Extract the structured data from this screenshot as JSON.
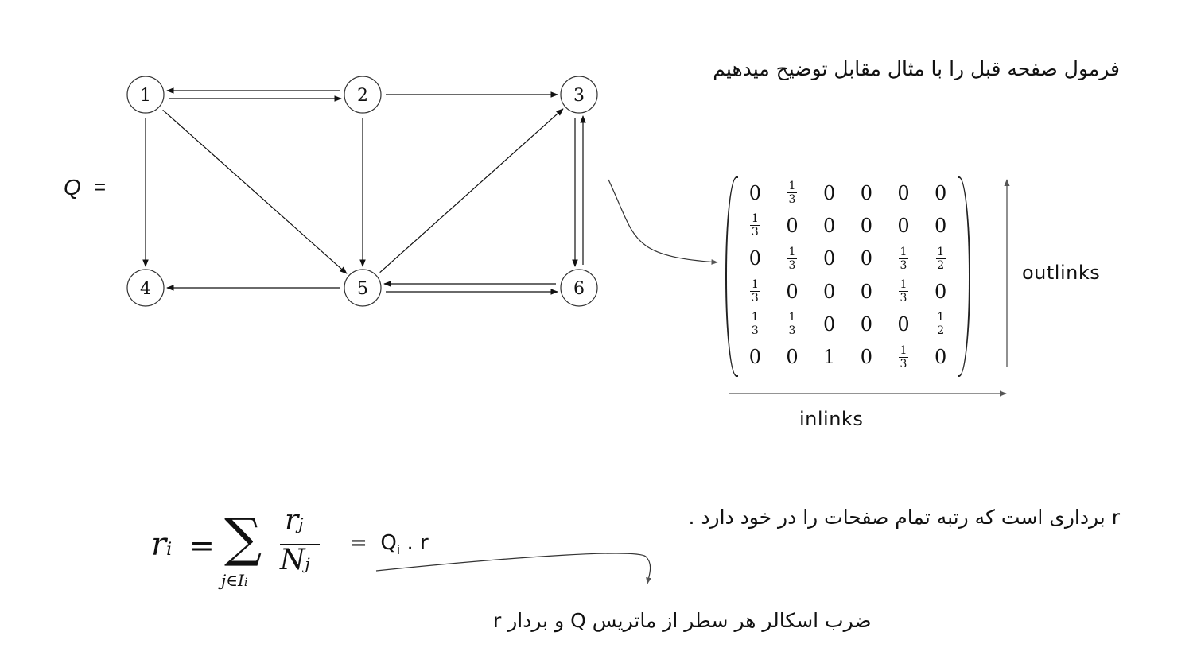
{
  "heading_fa": "فرمول صفحه قبل را با مثال مقابل توضیح میدهیم",
  "q_label": "Q",
  "equals": "=",
  "graph": {
    "nodes": [
      "1",
      "2",
      "3",
      "4",
      "5",
      "6"
    ],
    "edges": [
      [
        "1",
        "2"
      ],
      [
        "2",
        "1"
      ],
      [
        "1",
        "4"
      ],
      [
        "1",
        "5"
      ],
      [
        "2",
        "3"
      ],
      [
        "2",
        "5"
      ],
      [
        "5",
        "3"
      ],
      [
        "5",
        "4"
      ],
      [
        "5",
        "6"
      ],
      [
        "6",
        "5"
      ],
      [
        "3",
        "6"
      ],
      [
        "6",
        "3"
      ]
    ]
  },
  "matrix": {
    "rows": [
      [
        "0",
        "1/3",
        "0",
        "0",
        "0",
        "0"
      ],
      [
        "1/3",
        "0",
        "0",
        "0",
        "0",
        "0"
      ],
      [
        "0",
        "1/3",
        "0",
        "0",
        "1/3",
        "1/2"
      ],
      [
        "1/3",
        "0",
        "0",
        "0",
        "1/3",
        "0"
      ],
      [
        "1/3",
        "1/3",
        "0",
        "0",
        "0",
        "1/2"
      ],
      [
        "0",
        "0",
        "1",
        "0",
        "1/3",
        "0"
      ]
    ]
  },
  "outlinks_label": "outlinks",
  "inlinks_label": "inlinks",
  "r_description_fa": "r برداری است که رتبه تمام صفحات را در خود دارد .",
  "formula": {
    "lhs": "r",
    "lhs_sub": "i",
    "sum_sub": "j∈I",
    "sum_sub_i": "i",
    "num": "r",
    "num_sub": "j",
    "den": "N",
    "den_sub": "j"
  },
  "q_product": {
    "eq": "=",
    "q": "Q",
    "q_sub": "i",
    "rest": " . r"
  },
  "scalar_note_fa": "ضرب اسکالر هر سطر از ماتریس Q و بردار r"
}
